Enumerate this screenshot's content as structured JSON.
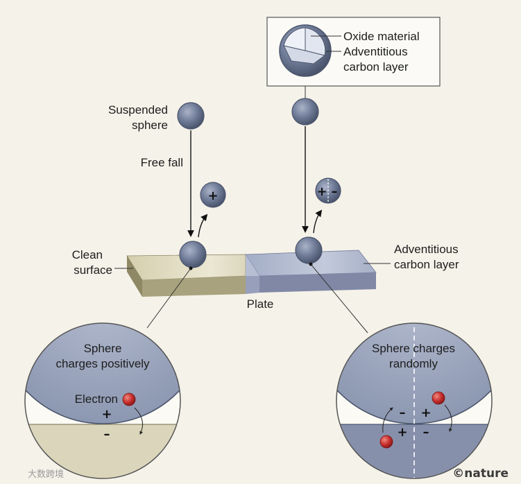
{
  "labels": {
    "oxide_material": "Oxide material",
    "adventitious_carbon_inset_1": "Adventitious",
    "adventitious_carbon_inset_2": "carbon layer",
    "suspended_sphere_1": "Suspended",
    "suspended_sphere_2": "sphere",
    "free_fall": "Free fall",
    "clean_surface_1": "Clean",
    "clean_surface_2": "surface",
    "adventitious_carbon_plate_1": "Adventitious",
    "adventitious_carbon_plate_2": "carbon layer",
    "plate": "Plate",
    "charges_positively_1": "Sphere",
    "charges_positively_2": "charges positively",
    "electron": "Electron",
    "charges_randomly_1": "Sphere charges",
    "charges_randomly_2": "randomly"
  },
  "signs": {
    "plus": "+",
    "minus": "–",
    "plus_minus_left": "+",
    "plus_minus_right": "–"
  },
  "credit": "©nature",
  "watermark": "大数跨境",
  "colors": {
    "background": "#f5f2e9",
    "sphere": "#6e7a96",
    "clean_surface": "#d8d3b4",
    "carbon_surface": "#a7b0c8",
    "electron": "#c8302e"
  }
}
